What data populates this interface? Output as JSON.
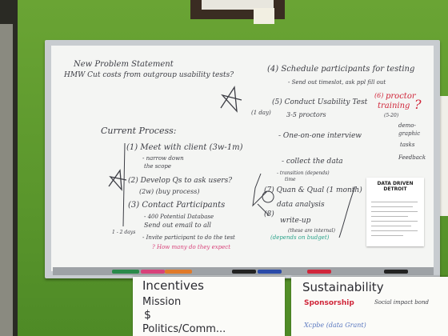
{
  "board": {
    "heading": "New Problem Statement",
    "hmw": "HMW  Cut costs from outgroup usability tests?",
    "process_title": "Current Process:",
    "steps": [
      "(1) Meet with client (3w-1m)",
      "- narrow down",
      "the scope",
      "(2) Develop Qs to ask users?",
      "(2w)   (buy process)",
      "(3) Contact Participants",
      "- 400 Potential Database",
      "Send out email to all",
      "- Invite participant to do the test",
      "? How many do they expect"
    ],
    "right_items": [
      "(4) Schedule participants for testing",
      "- Send out timeslot, ask ppl fill out",
      "(5) Conduct Usability Test",
      "(6)",
      "proctor",
      "training",
      "?",
      "(5-20)",
      "3-5 proctors",
      "(1 day)",
      "- One-on-one interview",
      "demo-",
      "graphic",
      "tasks",
      "Feedback",
      "- collect the data",
      "- transition (depends)",
      "time",
      "(7) Quan & Qual (1 month)",
      "(8)",
      "data analysis",
      "write-up",
      "(these are internal)",
      "(depends on budget)",
      "1 - 2 days"
    ]
  },
  "sheet": {
    "title": "DATA DRIVEN DETROIT"
  },
  "papers": {
    "left_title": "Incentives",
    "left_items": [
      "Mission",
      "$",
      "Politics/Comm..."
    ],
    "right_title": "Sustainability",
    "right_items": [
      "Sponsorship",
      "Social impact bond",
      "Xcpbe (data Grant)"
    ]
  }
}
